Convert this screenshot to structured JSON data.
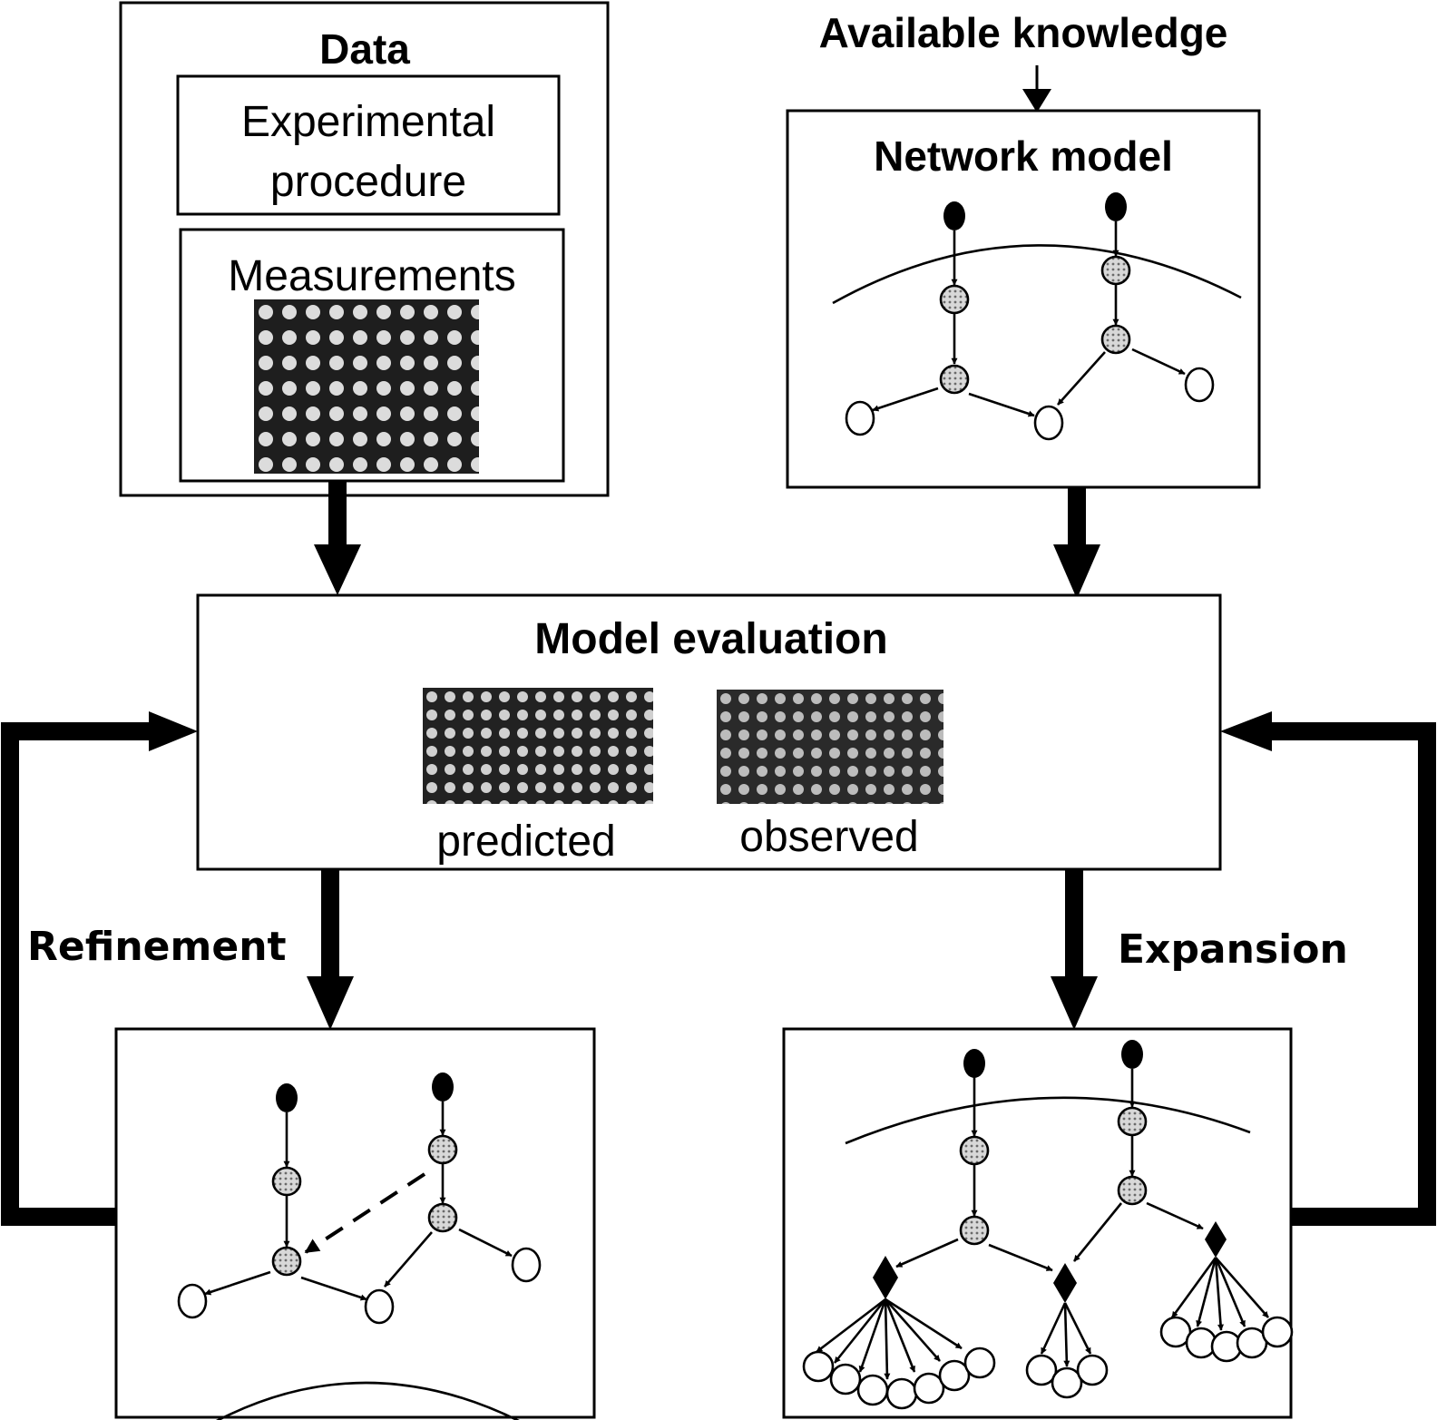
{
  "data_box": {
    "title": "Data",
    "experimental_line1": "Experimental",
    "experimental_line2": "procedure",
    "measurements": "Measurements"
  },
  "knowledge": "Available knowledge",
  "network_model": "Network model",
  "model_evaluation": {
    "title": "Model evaluation",
    "predicted": "predicted",
    "observed": "observed"
  },
  "refinement": "Refinement",
  "expansion": "Expansion"
}
